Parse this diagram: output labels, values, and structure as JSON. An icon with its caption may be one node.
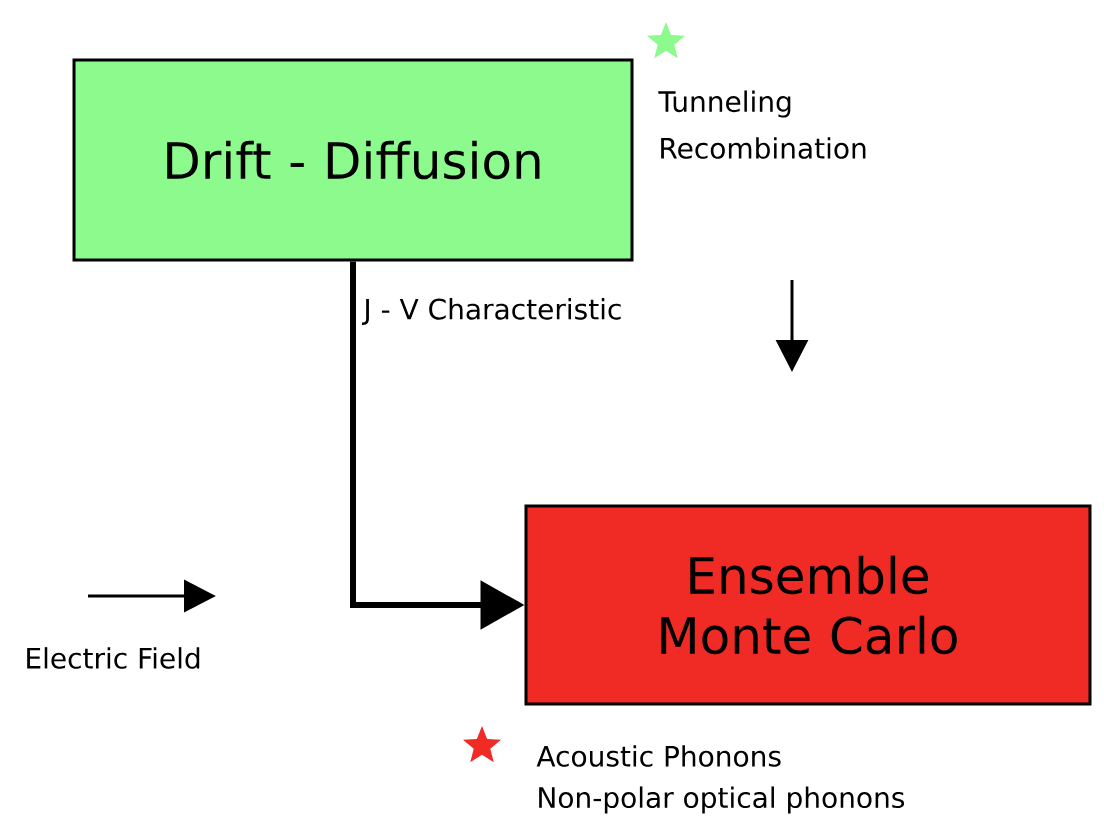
{
  "diagram": {
    "nodes": [
      {
        "text": [
          "Drift - Diffusion"
        ],
        "beside": [
          "Tunneling",
          "Recombination"
        ]
      },
      {
        "text": [
          "Ensemble Monte Carlo"
        ],
        "beside": [
          "Acoustic Phonons",
          "Non-polar optical phonons"
        ]
      }
    ],
    "edges": [
      {
        "from": 0,
        "to": 1,
        "arrow": "to",
        "label": "J - V Characteristic"
      }
    ],
    "labels": [
      "Electric Field"
    ]
  }
}
